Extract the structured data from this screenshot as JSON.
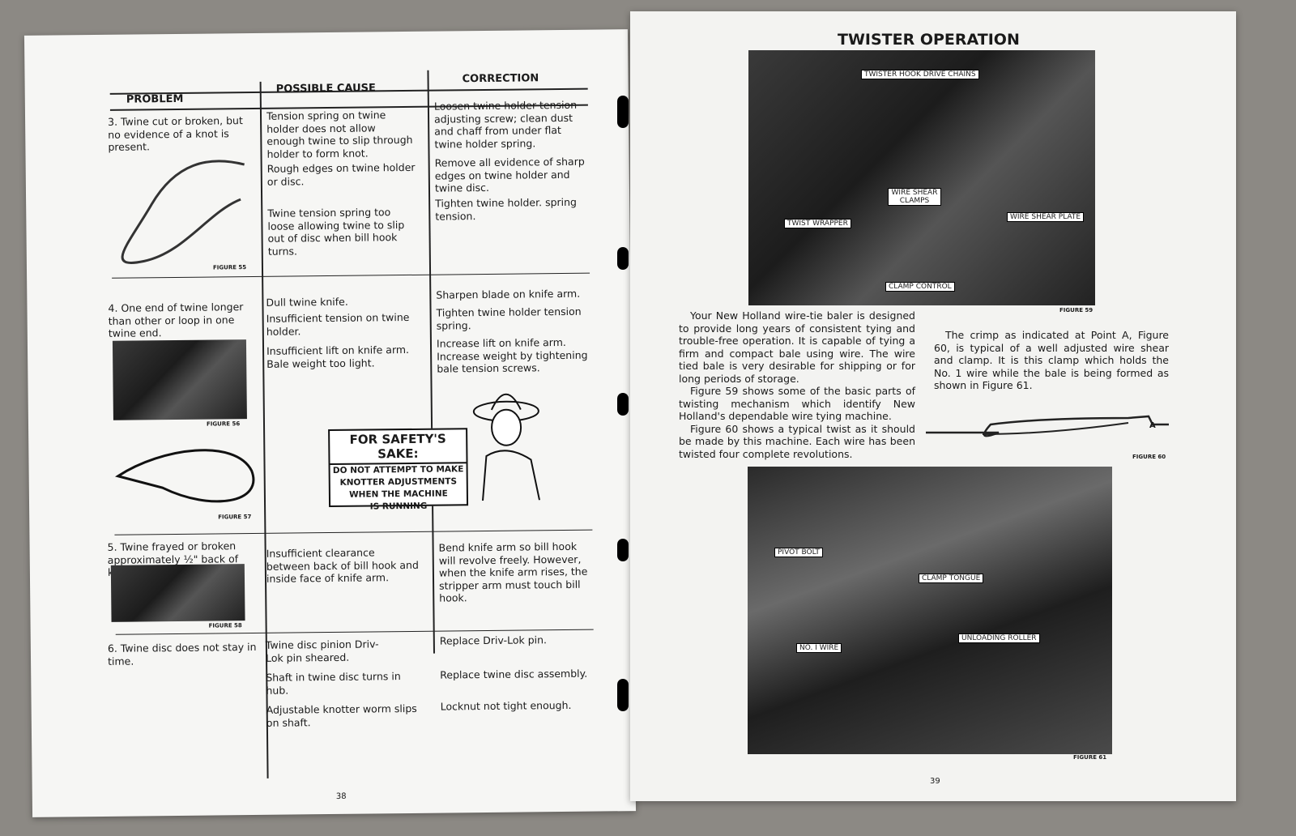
{
  "left_page": {
    "headers": {
      "problem": "PROBLEM",
      "cause": "POSSIBLE CAUSE",
      "correction": "CORRECTION"
    },
    "rows": [
      {
        "problem": "3. Twine cut or broken, but no evidence of a knot is present.",
        "causes": [
          "Tension spring on twine holder does not allow enough twine to slip through holder to form knot.",
          "Rough edges on twine holder or disc.",
          "Twine tension spring too loose allowing twine to slip out of disc when bill hook turns."
        ],
        "corrections": [
          "Loosen twine holder tension adjusting screw; clean dust and chaff from under flat twine holder spring.",
          "Remove all evidence of sharp edges on twine holder and twine disc.",
          "Tighten twine holder. spring tension."
        ],
        "figures": [
          "FIGURE 55"
        ]
      },
      {
        "problem": "4. One end of twine longer than other or loop in one twine end.",
        "causes": [
          "Dull twine knife.",
          "Insufficient tension on twine holder.",
          "Insufficient lift on knife arm. Bale weight too light."
        ],
        "corrections": [
          "Sharpen blade on knife arm.",
          "Tighten twine holder tension spring.",
          "Increase lift on knife arm. Increase weight by tightening bale tension screws."
        ],
        "figures": [
          "FIGURE 56",
          "FIGURE 57"
        ]
      },
      {
        "problem": "5. Twine frayed or broken approximately ½\" back of knot",
        "causes": [
          "Insufficient clearance between back of bill hook and inside face of knife arm."
        ],
        "corrections": [
          "Bend knife arm so bill hook will revolve freely. However, when the knife arm rises, the stripper arm must touch bill hook."
        ],
        "figures": [
          "FIGURE 58"
        ]
      },
      {
        "problem": "6. Twine disc does not stay in time.",
        "causes": [
          "Twine disc pinion Driv-Lok pin sheared.",
          "Shaft in twine disc turns in hub.",
          "Adjustable knotter worm slips on shaft."
        ],
        "corrections": [
          "Replace Driv-Lok pin.",
          "Replace twine disc assembly.",
          "Locknut not tight enough."
        ],
        "figures": []
      }
    ],
    "safety": {
      "title": "FOR SAFETY'S SAKE:",
      "lines": [
        "DO NOT ATTEMPT TO MAKE",
        "KNOTTER ADJUSTMENTS",
        "WHEN THE MACHINE",
        "IS RUNNING"
      ]
    },
    "page_number": "38"
  },
  "right_page": {
    "title": "TWISTER OPERATION",
    "fig59_labels": [
      "TWISTER HOOK DRIVE CHAINS",
      "WIRE SHEAR CLAMPS",
      "TWIST WRAPPER",
      "WIRE SHEAR PLATE",
      "CLAMP CONTROL"
    ],
    "fig59_caption": "FIGURE 59",
    "paragraphs": [
      "Your New Holland wire-tie baler is designed to provide long years of consistent tying and trouble-free operation. It is capable of tying a firm and compact bale using wire. The wire tied bale is very desirable for shipping or for long periods of storage.",
      "Figure 59 shows some of the basic parts of twisting mechanism which identify New Holland's dependable wire tying machine.",
      "Figure 60 shows a typical twist as it should be made by this machine. Each wire has been twisted four complete revolutions."
    ],
    "crimp_paragraph": "The crimp as indicated at Point A, Figure 60, is typical of a well adjusted wire shear and clamp. It is this clamp which holds the No. 1 wire while the bale is being formed as shown in Figure 61.",
    "fig60_point": "A",
    "fig60_caption": "FIGURE 60",
    "fig61_labels": [
      "PIVOT BOLT",
      "CLAMP TONGUE",
      "UNLOADING ROLLER",
      "NO. I WIRE"
    ],
    "fig61_caption": "FIGURE 61",
    "page_number": "39"
  }
}
